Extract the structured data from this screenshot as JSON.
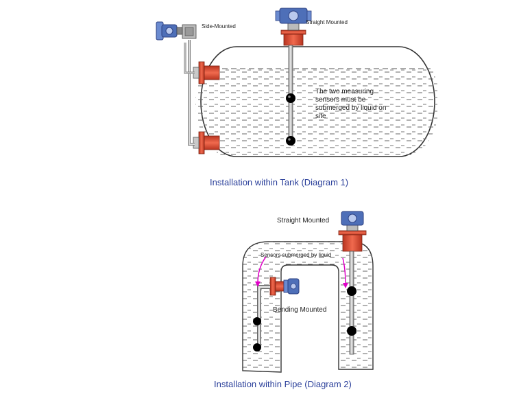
{
  "diagram1": {
    "caption": "Installation within Tank (Diagram 1)",
    "label_side": "Side-Mounted",
    "label_straight": "Straight Mounted",
    "note": "The two measuring sensors must be submerged by liquid on site"
  },
  "diagram2": {
    "caption": "Installation within Pipe (Diagram 2)",
    "label_straight": "Straight  Mounted",
    "label_bending": "Bending Mounted",
    "label_submerged": "Sensors submerged by liquid"
  },
  "colors": {
    "flange": "#d9452a",
    "flange_dark": "#a82e1a",
    "caption": "#2a3f9a",
    "transmitter": "#4e6fb8",
    "arrow": "#e000c8"
  },
  "icons": [
    "transmitter-icon",
    "sensor-dot-icon"
  ]
}
